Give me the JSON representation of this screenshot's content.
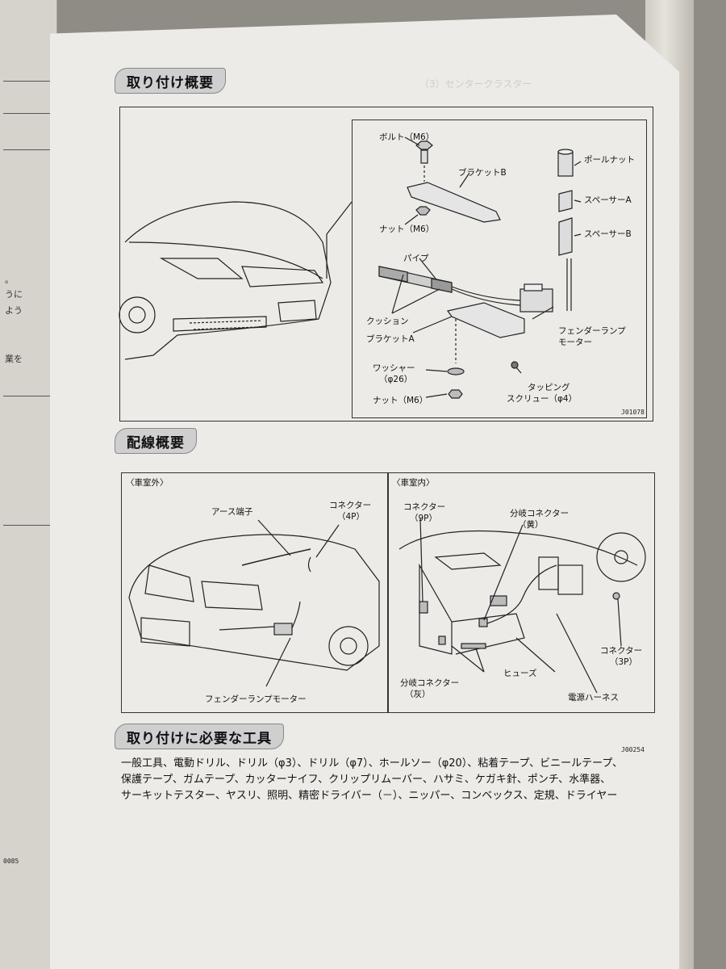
{
  "under_page": {
    "fragments": [
      "。",
      "うに",
      "よう",
      "業を"
    ],
    "code": "0085"
  },
  "sections": {
    "overview_title": "取り付け概要",
    "wiring_title": "配線概要",
    "tools_title": "取り付けに必要な工具"
  },
  "overview_diagram": {
    "labels": {
      "bolt": "ボルト（M6）",
      "bracket_b": "ブラケットB",
      "nut_m6_top": "ナット（M6）",
      "pipe": "パイプ",
      "cushion": "クッション",
      "bracket_a": "ブラケットA",
      "washer_line1": "ワッシャー",
      "washer_line2": "（φ26）",
      "nut_m6_bottom": "ナット（M6）",
      "tapping_line1": "タッピング",
      "tapping_line2": "スクリュー（φ4）",
      "pole_nut": "ポールナット",
      "spacer_a": "スペーサーA",
      "spacer_b": "スペーサーB",
      "motor_line1": "フェンダーランプ",
      "motor_line2": "モーター"
    },
    "code": "J01078"
  },
  "wiring_diagram": {
    "exterior": {
      "heading": "〈車室外〉",
      "ground_terminal": "アース端子",
      "connector_line1": "コネクター",
      "connector_line2": "（4P）",
      "motor": "フェンダーランプモーター"
    },
    "interior": {
      "heading": "〈車室内〉",
      "connector9_line1": "コネクター",
      "connector9_line2": "（9P）",
      "branch_yellow_line1": "分岐コネクター",
      "branch_yellow_line2": "（黄）",
      "connector3_line1": "コネクター",
      "connector3_line2": "（3P）",
      "branch_gray_line1": "分岐コネクター",
      "branch_gray_line2": "（灰）",
      "fuse": "ヒューズ",
      "power_harness": "電源ハーネス"
    },
    "code": "J00254"
  },
  "tools": {
    "line1": "一般工具、電動ドリル、ドリル（φ3）、ドリル（φ7）、ホールソー（φ20）、粘着テープ、ビニールテープ、",
    "line2": "保護テープ、ガムテープ、カッターナイフ、クリップリムーバー、ハサミ、ケガキ針、ポンチ、水準器、",
    "line3": "サーキットテスター、ヤスリ、照明、精密ドライバー（－）、ニッパー、コンベックス、定規、ドライヤー"
  }
}
